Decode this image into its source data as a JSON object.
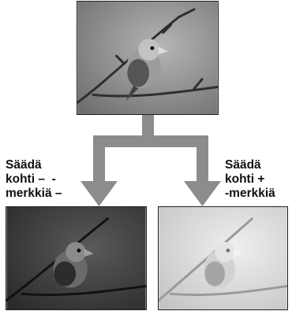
{
  "labels": {
    "left": "Säädä\nkohti –  -\nmerkkiä –",
    "right": "Säädä\nkohti +\n-merkkiä"
  },
  "photos": {
    "top": {
      "variant": "original",
      "background": "#8a8a8a"
    },
    "left": {
      "variant": "darker",
      "background": "#4a4a4a"
    },
    "right": {
      "variant": "lighter",
      "background": "#d4d4d4"
    }
  },
  "arrow_color": "#8c8c8c"
}
